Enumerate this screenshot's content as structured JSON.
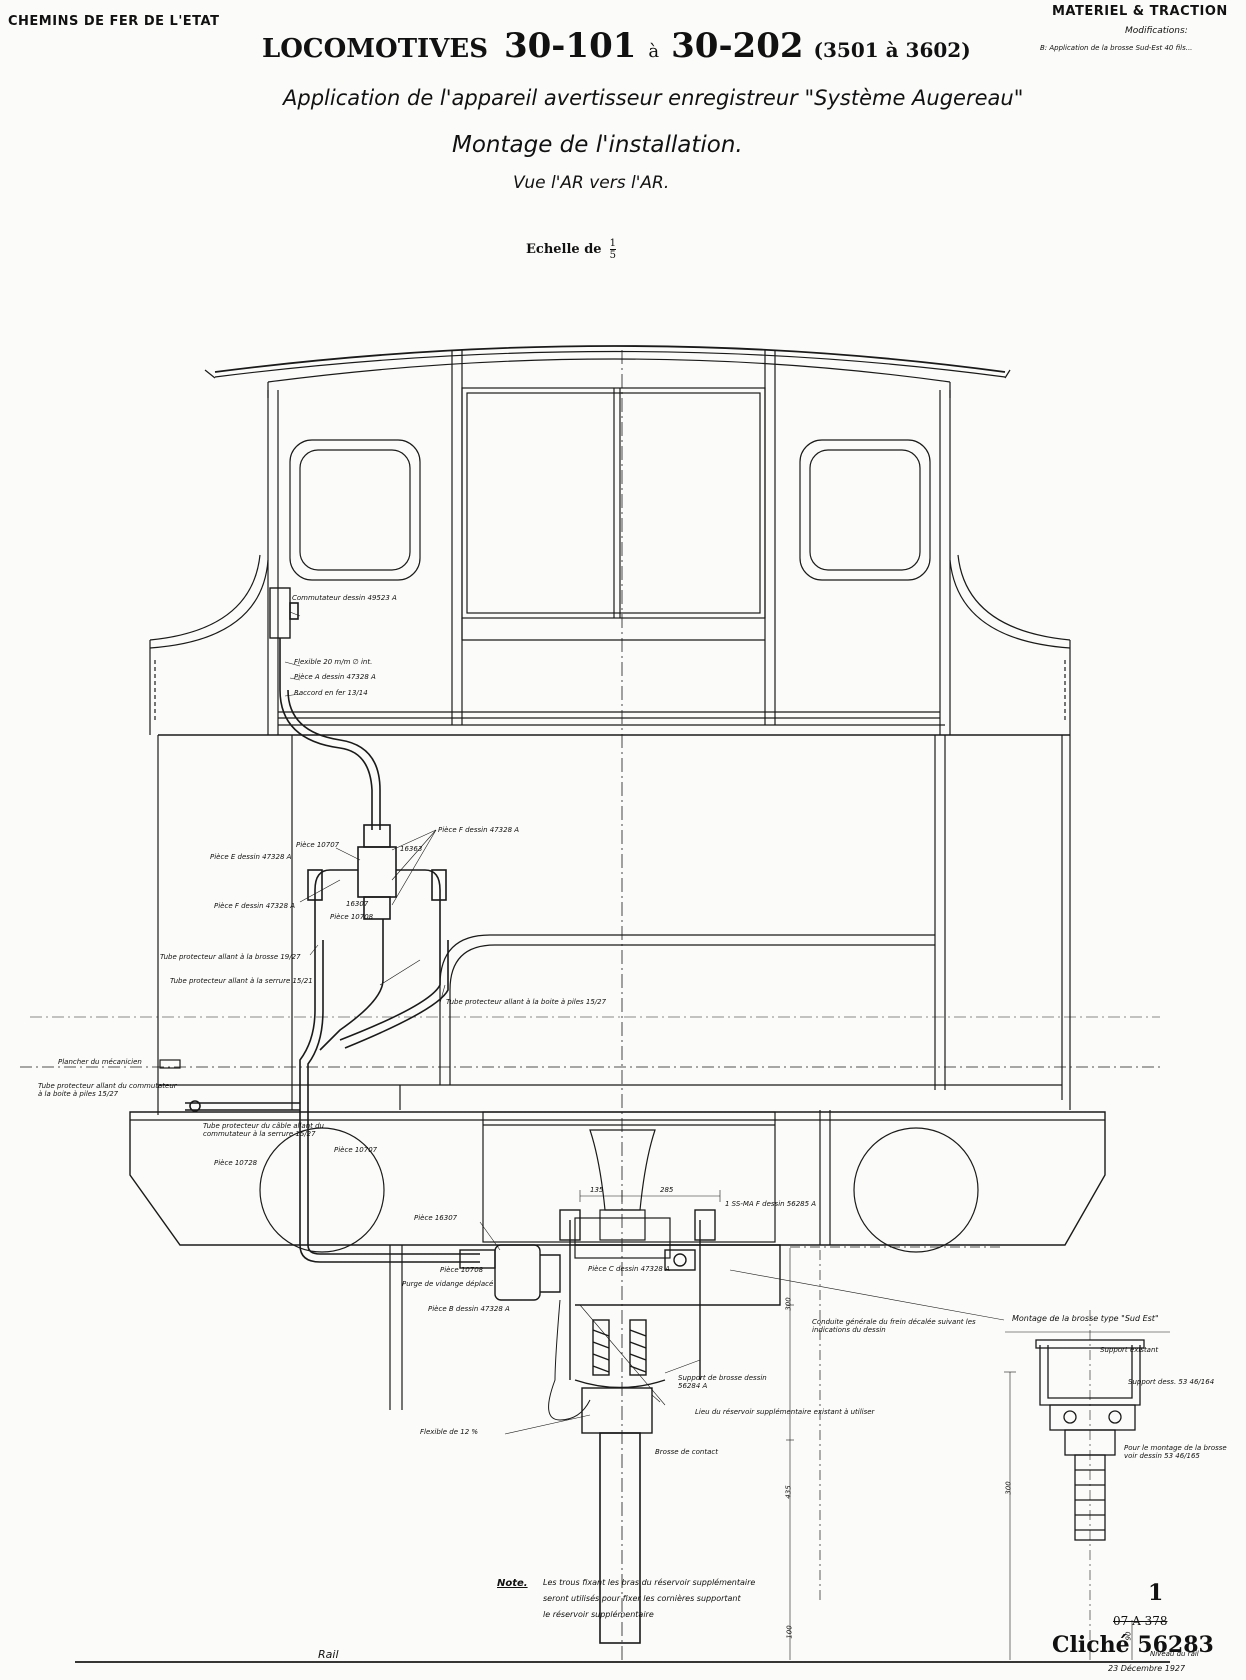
{
  "header": {
    "company": "CHEMINS DE FER DE L'ETAT",
    "department": "MATERIEL & TRACTION",
    "modifications_label": "Modifications:",
    "modification_note": "B: Application de la brosse Sud-Est 40 fils...",
    "main_title_a": "LOCOMOTIVES",
    "main_title_b": "30-101",
    "main_title_c": "à",
    "main_title_d": "30-202",
    "main_title_e": "(3501 à 3602)",
    "subtitle": "Application de l'appareil avertisseur enregistreur \"Système Augereau\"",
    "subtitle2": "Montage de l'installation.",
    "view": "Vue l'AR vers l'AR.",
    "scale_label": "Echelle de",
    "scale_num": "1",
    "scale_den": "5"
  },
  "labels": {
    "commutateur": "Commutateur dessin 49523 A",
    "flexible_20": "Flexible 20 m/m ∅ int.",
    "piece_a": "Pièce A dessin 47328 A",
    "raccord_fer": "Raccord en fer 13/14",
    "piece_f_right": "Pièce F dessin 47328 A",
    "piece_10707": "Pièce 10707",
    "piece_e": "Pièce E dessin 47328 A",
    "n16363": "16363",
    "piece_f_left": "Pièce F dessin 47328 A",
    "n16307": "16307",
    "piece_7018": "Pièce 10708",
    "tube_brosse": "Tube protecteur allant à la brosse 19/27",
    "tube_serrure": "Tube protecteur allant à la serrure 15/21",
    "tube_boite": "Tube protecteur allant à la boite à piles 15/27",
    "plancher": "Plancher du mécanicien",
    "tube_commutateur": "Tube protecteur allant du commutateur à la boite à piles 15/27",
    "tube_cable": "Tube protecteur du câble allant du commutateur à la serrure 15/27",
    "piece_10728": "Pièce 10728",
    "piece_10707b": "Pièce 10707",
    "dim_135": "135",
    "dim_285": "285",
    "piece_16307": "Pièce 16307",
    "piece_10708": "Pièce 10708",
    "purge": "Purge de vidange déplacé",
    "piece_b": "Pièce B dessin 47328 A",
    "piece_c": "Pièce C dessin 47328 A",
    "ss_piece": "1 SS-MA F dessin 56285 A",
    "conduite": "Conduite générale du frein décalée suivant les indications du dessin",
    "support_brosse": "Support de brosse dessin 56284 A",
    "reservoir": "Lieu du réservoir supplémentaire existant à utiliser",
    "flexible_12": "Flexible de 12 %",
    "brosse_contact": "Brosse de contact",
    "dim_300": "300",
    "dim_435": "435",
    "dim_1_v": "100",
    "rail": "Rail",
    "montage_brosse": "Montage de la brosse type \"Sud Est\"",
    "support_existant": "Support existant",
    "support_dessin": "Support dess. 53 46/164",
    "pour_montage": "Pour le montage de la brosse voir dessin 53 46/165",
    "niveau_rail": "Niveau du rail",
    "dim_300b": "300",
    "dim_90": "90"
  },
  "note": {
    "label": "Note.",
    "text_1": "Les trous fixant les bras du réservoir supplémentaire",
    "text_2": "seront utilisés pour fixer les cornières supportant",
    "text_3": "le réservoir supplémentaire"
  },
  "footer": {
    "sheet_no": "1",
    "ref_struck": "07 A 378",
    "cliche": "Cliché 56283",
    "date": "23 Décembre 1927"
  }
}
